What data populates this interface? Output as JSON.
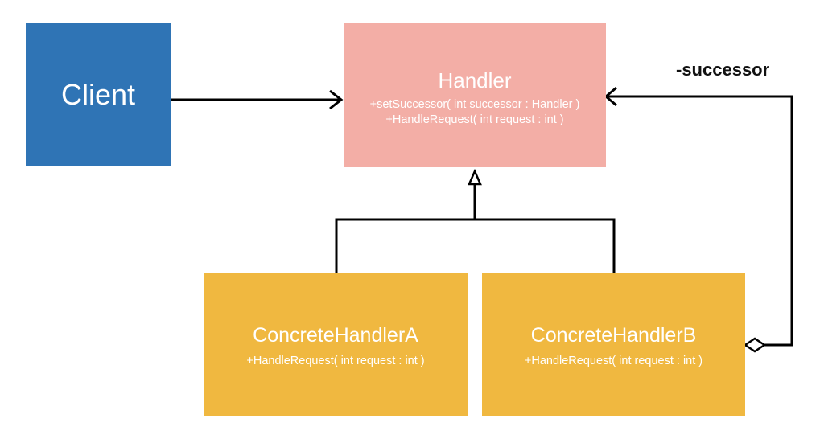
{
  "client": {
    "title": "Client",
    "color": "#2f74b5"
  },
  "handler": {
    "title": "Handler",
    "methods": [
      "+setSuccessor( int successor : Handler )",
      "+HandleRequest( int request : int )"
    ],
    "color": "#f3aea6"
  },
  "concrete_a": {
    "title": "ConcreteHandlerA",
    "methods": [
      "+HandleRequest( int request : int )"
    ],
    "color": "#f0b840"
  },
  "concrete_b": {
    "title": "ConcreteHandlerB",
    "methods": [
      "+HandleRequest( int request : int )"
    ],
    "color": "#f0b840"
  },
  "successor_label": "-successor",
  "relations": [
    {
      "from": "Client",
      "to": "Handler",
      "kind": "association"
    },
    {
      "from": "ConcreteHandlerA",
      "to": "Handler",
      "kind": "generalization"
    },
    {
      "from": "ConcreteHandlerB",
      "to": "Handler",
      "kind": "generalization"
    },
    {
      "from": "ConcreteHandlerB",
      "to": "Handler",
      "kind": "aggregation",
      "label": "-successor"
    }
  ]
}
